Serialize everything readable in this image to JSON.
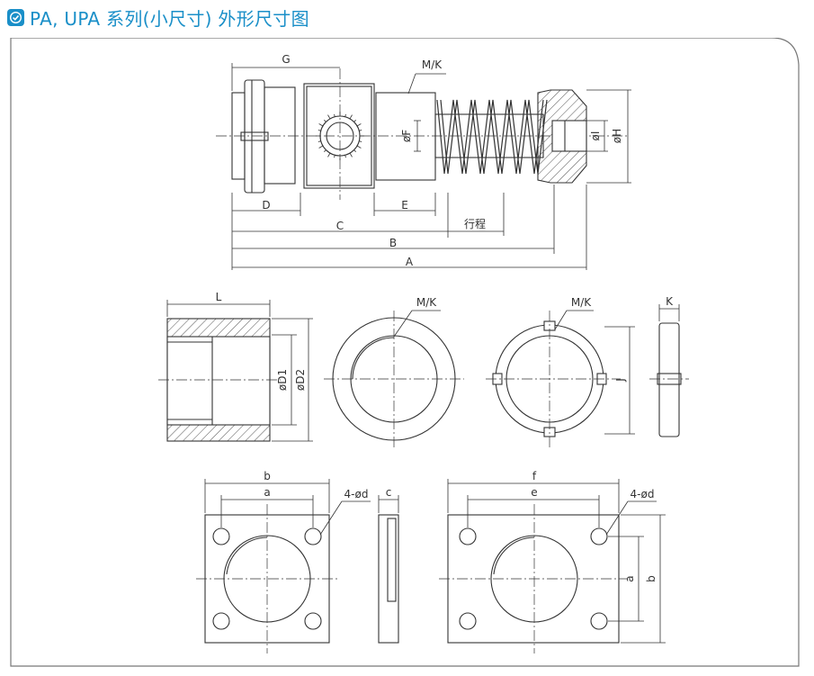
{
  "header": {
    "title": "PA, UPA 系列(小尺寸) 外形尺寸图",
    "icon": "check-box-icon",
    "accent_color": "#1a8fc8"
  },
  "colors": {
    "line": "#333333",
    "hatch": "#555555",
    "frame": "#777777"
  },
  "labels": {
    "G": "G",
    "MK": "M/K",
    "phiF": "øF",
    "phiI": "øI",
    "phiH": "øH",
    "D": "D",
    "E": "E",
    "stroke": "行程",
    "C": "C",
    "B": "B",
    "A": "A",
    "L": "L",
    "phiD1": "øD1",
    "phiD2": "øD2",
    "J": "J",
    "K": "K",
    "b": "b",
    "a": "a",
    "holes": "4-ød",
    "c": "c",
    "f": "f",
    "e": "e"
  }
}
